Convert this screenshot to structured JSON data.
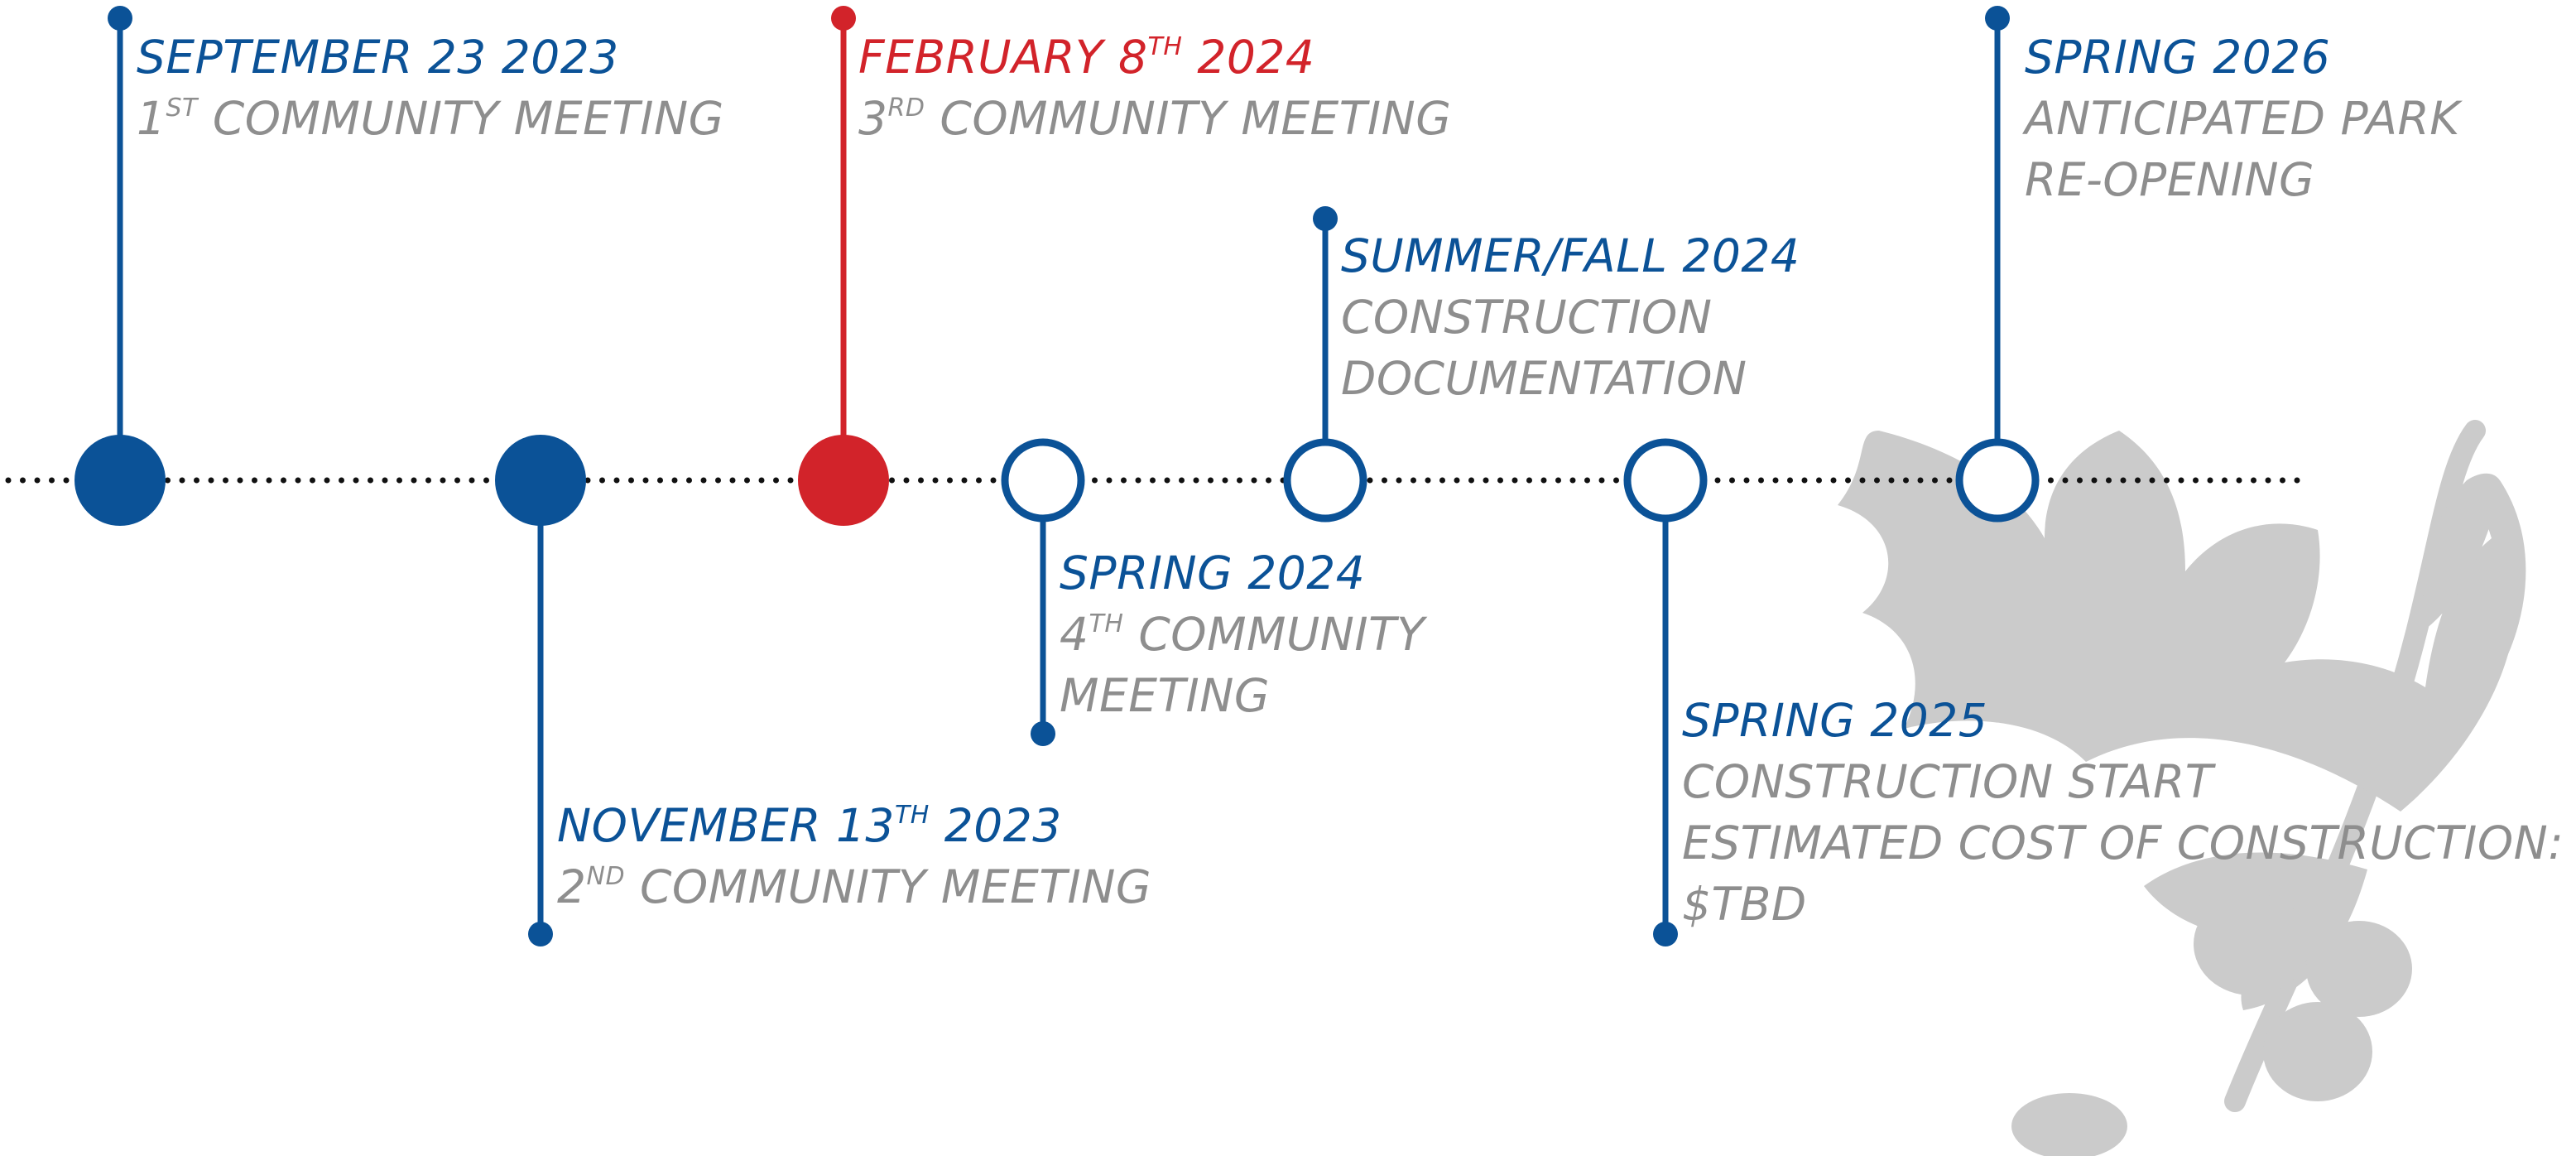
{
  "colors": {
    "blue": "#0B5297",
    "red": "#D2232A",
    "grey_text": "#8E8E8E",
    "leaf": "#CBCBCB",
    "dots": "#111111"
  },
  "events": [
    {
      "date": "SEPTEMBER 23 2023",
      "desc": [
        [
          "1",
          "ST",
          " COMMUNITY MEETING"
        ]
      ],
      "status": "complete",
      "highlight": false,
      "side": "above"
    },
    {
      "date": "NOVEMBER 13TH 2023",
      "date_parts": [
        "NOVEMBER 13",
        "TH",
        " 2023"
      ],
      "desc": [
        [
          "2",
          "ND",
          " COMMUNITY MEETING"
        ]
      ],
      "status": "complete",
      "highlight": false,
      "side": "below"
    },
    {
      "date": "FEBRUARY 8TH 2024",
      "date_parts": [
        "FEBRUARY 8",
        "TH",
        " 2024"
      ],
      "desc": [
        [
          "3",
          "RD",
          " COMMUNITY MEETING"
        ]
      ],
      "status": "current",
      "highlight": true,
      "side": "above"
    },
    {
      "date": "SPRING 2024",
      "desc": [
        [
          "4",
          "TH",
          " COMMUNITY"
        ],
        [
          "MEETING"
        ]
      ],
      "status": "upcoming",
      "highlight": false,
      "side": "below"
    },
    {
      "date": "SUMMER/FALL 2024",
      "desc": [
        [
          "CONSTRUCTION"
        ],
        [
          "DOCUMENTATION"
        ]
      ],
      "status": "upcoming",
      "highlight": false,
      "side": "above"
    },
    {
      "date": "SPRING 2025",
      "desc": [
        [
          "CONSTRUCTION START"
        ],
        [
          "ESTIMATED COST OF CONSTRUCTION:"
        ],
        [
          "$TBD"
        ]
      ],
      "status": "upcoming",
      "highlight": false,
      "side": "below"
    },
    {
      "date": "SPRING 2026",
      "desc": [
        [
          "ANTICIPATED PARK"
        ],
        [
          "RE-OPENING"
        ]
      ],
      "status": "upcoming",
      "highlight": false,
      "side": "above"
    }
  ],
  "watermark": {
    "icon": "oak-leaf-acorn-icon"
  }
}
